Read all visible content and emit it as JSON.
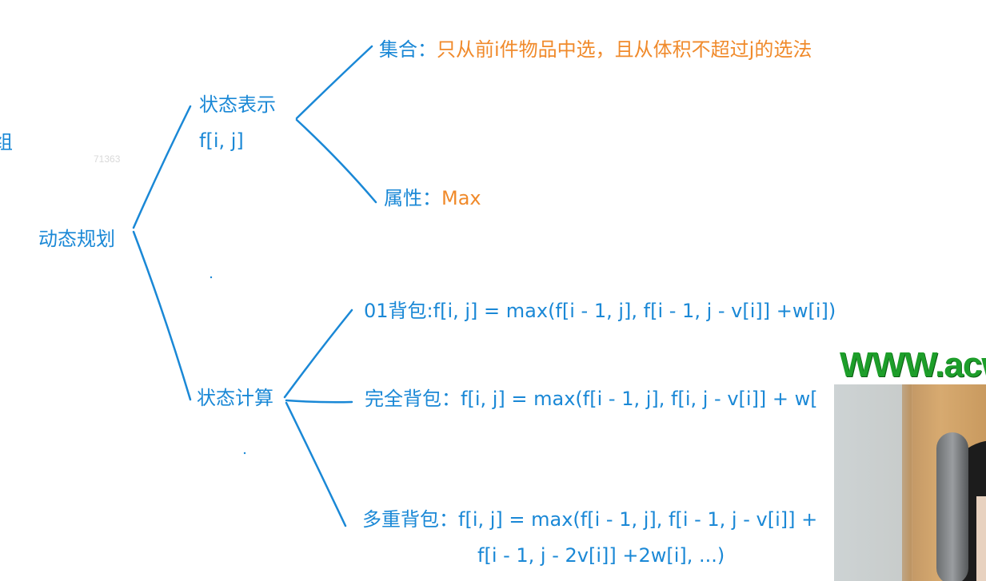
{
  "root": {
    "label": "动态规划"
  },
  "left_edge": {
    "label": "组"
  },
  "watermark": {
    "text": "71363"
  },
  "state_repr": {
    "title": "状态表示",
    "formula": "f[i, j]",
    "set": {
      "prefix": "集合：",
      "desc": "只从前i件物品中选，且从体积不超过j的选法"
    },
    "attr": {
      "prefix": "属性：",
      "value": "Max"
    }
  },
  "state_calc": {
    "title": "状态计算",
    "zero_one": {
      "name": "01背包",
      "formula": "f[i, j] = max(f[i - 1, j], f[i - 1, j - v[i]] +w[i])"
    },
    "complete": {
      "name": "完全背包",
      "formula": "f[i, j] = max(f[i - 1, j], f[i, j - v[i]] + w["
    },
    "multiple": {
      "name": "多重背包",
      "formula": "f[i, j] = max(f[i - 1, j], f[i - 1, j - v[i]] +",
      "formula_cont": "f[i - 1, j - 2v[i]] +2w[i], ...)"
    }
  },
  "banner": {
    "text": "WWW.acw"
  },
  "colors": {
    "ink": "#1a88d6",
    "highlight": "#f08a2b",
    "banner": "#1d9e2a"
  },
  "icons": {
    "video": "webcam-overlay"
  }
}
